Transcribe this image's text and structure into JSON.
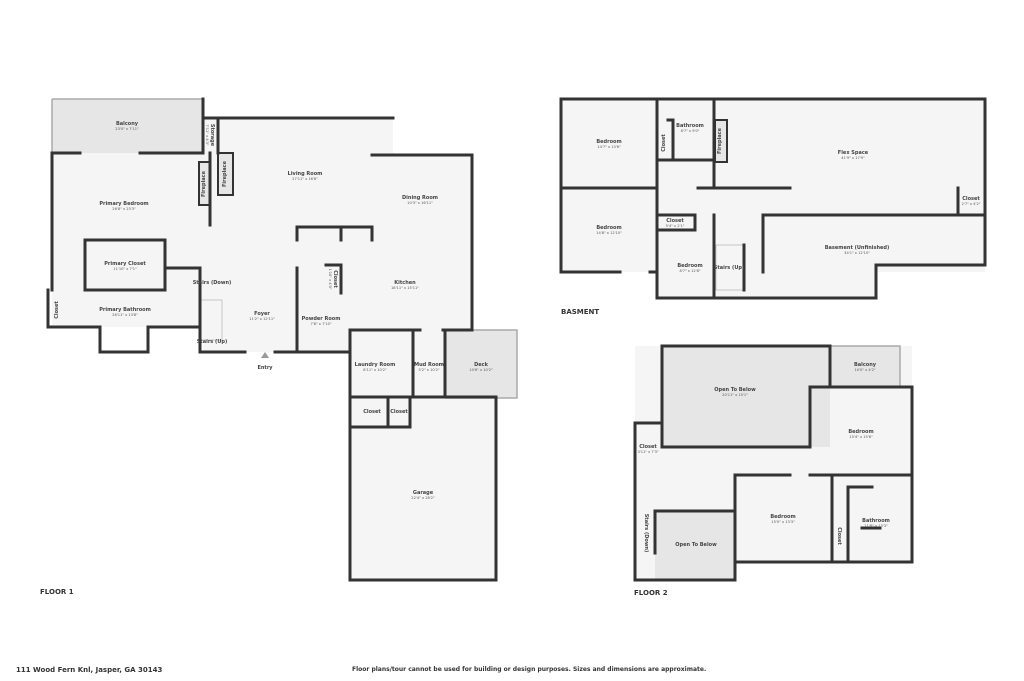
{
  "floors": {
    "floor1": {
      "label": "FLOOR 1",
      "entry": "Entry",
      "rooms": [
        {
          "name": "Balcony",
          "dim": "23'0\" x 7'11\""
        },
        {
          "name": "Storage",
          "dim": "7'11\" x 4'3\""
        },
        {
          "name": "Living Room",
          "dim": "27'11\" x 16'8\""
        },
        {
          "name": "Primary Bedroom",
          "dim": "26'8\" x 23'3\""
        },
        {
          "name": "Fireplace",
          "dim": ""
        },
        {
          "name": "Fireplace",
          "dim": ""
        },
        {
          "name": "Dining Room",
          "dim": "10'3\" x 16'11\""
        },
        {
          "name": "Primary Closet",
          "dim": "11'10\" x 7'1\""
        },
        {
          "name": "Stairs (Down)",
          "dim": ""
        },
        {
          "name": "Kitchen",
          "dim": "18'11\" x 15'11\""
        },
        {
          "name": "Closet",
          "dim": "1'10\" x 4'0\""
        },
        {
          "name": "Closet",
          "dim": ""
        },
        {
          "name": "Primary Bathroom",
          "dim": "28'11\" x 13'8\""
        },
        {
          "name": "Foyer",
          "dim": "11'2\" x 12'11\""
        },
        {
          "name": "Powder Room",
          "dim": "7'8\" x 7'10\""
        },
        {
          "name": "Stairs (Up)",
          "dim": ""
        },
        {
          "name": "Laundry Room",
          "dim": "8'11\" x 10'2\""
        },
        {
          "name": "Mud Room",
          "dim": "5'2\" x 10'2\""
        },
        {
          "name": "Deck",
          "dim": "10'6\" x 10'2\""
        },
        {
          "name": "Closet",
          "dim": ""
        },
        {
          "name": "Closet",
          "dim": ""
        },
        {
          "name": "Garage",
          "dim": "22'4\" x 28'2\""
        }
      ]
    },
    "basement": {
      "label": "BASMENT",
      "rooms": [
        {
          "name": "Bedroom",
          "dim": "14'7\" x 13'6\""
        },
        {
          "name": "Bathroom",
          "dim": "8'7\" x 9'0\""
        },
        {
          "name": "Closet",
          "dim": ""
        },
        {
          "name": "Fireplace",
          "dim": ""
        },
        {
          "name": "Flex Space",
          "dim": "41'9\" x 17'9\""
        },
        {
          "name": "Closet",
          "dim": "2'7\" x 4'2\""
        },
        {
          "name": "Bedroom",
          "dim": "14'8\" x 12'10\""
        },
        {
          "name": "Closet",
          "dim": "5'4\" x 2'1\""
        },
        {
          "name": "Basement (Unfinished)",
          "dim": "34'1\" x 12'10\""
        },
        {
          "name": "Bedroom",
          "dim": "8'7\" x 12'8\""
        },
        {
          "name": "Stairs (Up)",
          "dim": ""
        }
      ]
    },
    "floor2": {
      "label": "FLOOR 2",
      "rooms": [
        {
          "name": "Balcony",
          "dim": "10'0\" x 4'2\""
        },
        {
          "name": "Open To Below",
          "dim": "20'11\" x 15'1\""
        },
        {
          "name": "Bedroom",
          "dim": "15'4\" x 15'6\""
        },
        {
          "name": "Closet",
          "dim": "3'11\" x 7'3\""
        },
        {
          "name": "Bathroom",
          "dim": "11'8\" x 13'3\""
        },
        {
          "name": "Bedroom",
          "dim": "15'0\" x 13'3\""
        },
        {
          "name": "Stairs (Down)",
          "dim": ""
        },
        {
          "name": "Open To Below",
          "dim": ""
        },
        {
          "name": "Closet",
          "dim": ""
        }
      ]
    }
  },
  "footer": {
    "address": "111 Wood Fern Knl, Jasper, GA 30143",
    "disclaimer": "Floor plans/tour cannot be used for building or design purposes. Sizes and dimensions are approximate."
  }
}
